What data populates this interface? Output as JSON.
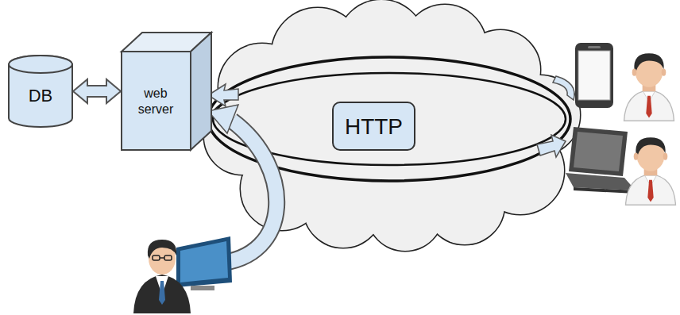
{
  "diagram": {
    "nodes": [
      {
        "text": [
          "DB"
        ]
      },
      {
        "text": [
          "web server"
        ]
      },
      {
        "text": [
          "HTTP"
        ]
      }
    ],
    "edges": [
      {
        "from": 0,
        "to": 1,
        "arrow": "both"
      }
    ]
  }
}
